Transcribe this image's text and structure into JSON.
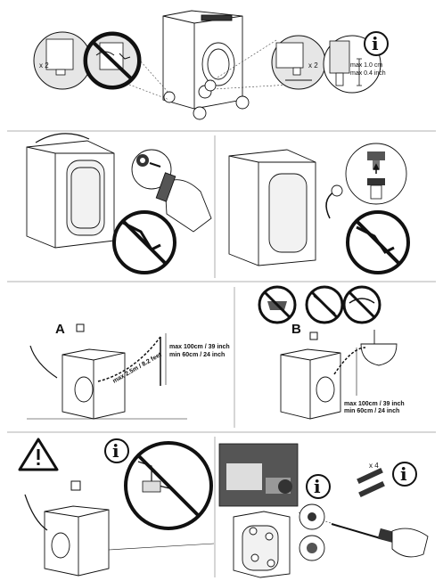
{
  "panel1": {
    "qty_left": "x 2",
    "qty_right": "x 2",
    "max_cm": "max 1.0 cm",
    "max_inch": "max 0.4 inch",
    "info_icon": "info-icon"
  },
  "panel4": {
    "label": "A",
    "hose_length": "max 2.5m / 8.2 feet",
    "max_height": "max 100cm / 39 inch",
    "min_height": "min 60cm / 24 inch"
  },
  "panel5": {
    "label": "B",
    "max_height": "max 100cm / 39 inch",
    "min_height": "min 60cm / 24 inch"
  },
  "panel7": {
    "qty": "x 4"
  },
  "icons": {
    "warning": "warning-triangle-icon",
    "info": "info-icon",
    "prohibited": "prohibited-icon"
  },
  "colors": {
    "line": "#111111",
    "grey": "#d9d9d9",
    "divider": "#999999"
  }
}
